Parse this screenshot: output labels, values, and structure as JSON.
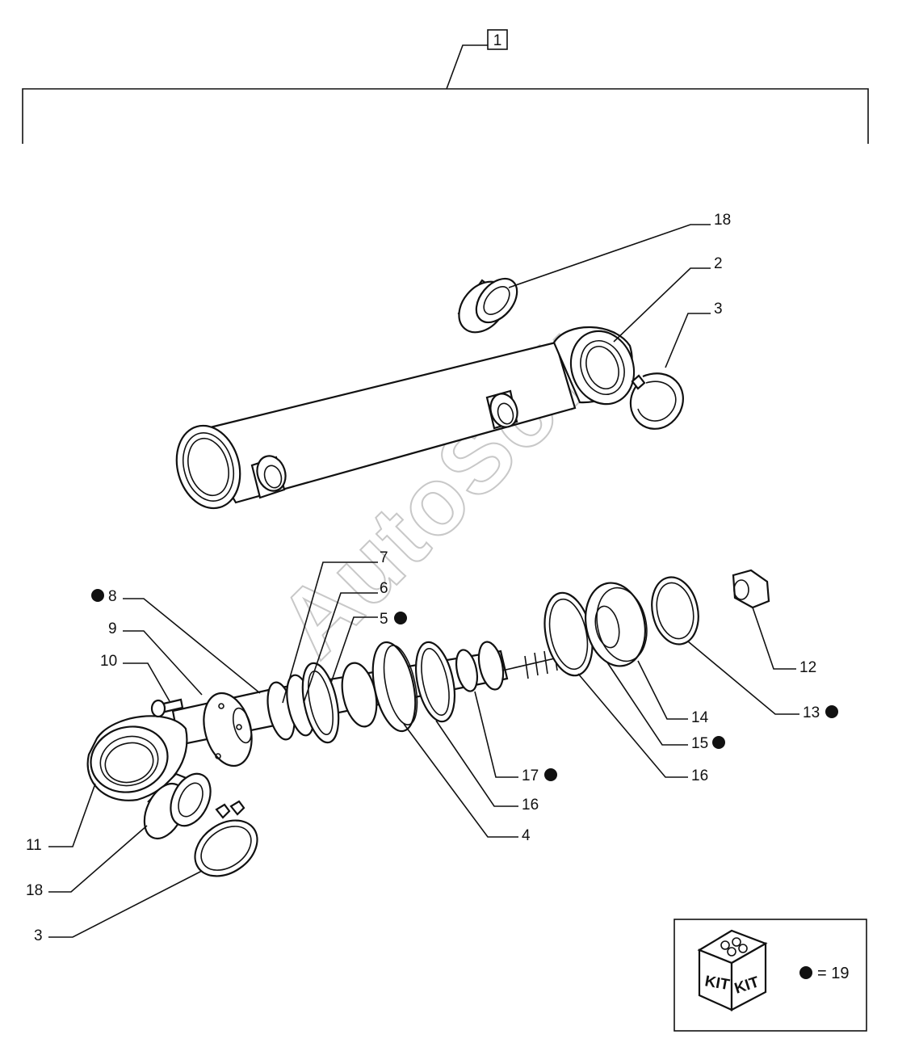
{
  "assembly_label": "1",
  "watermark": "AutoSoft",
  "callouts": [
    {
      "id": "c18a",
      "text": "18",
      "dot": false
    },
    {
      "id": "c2",
      "text": "2",
      "dot": false
    },
    {
      "id": "c3a",
      "text": "3",
      "dot": false
    },
    {
      "id": "c7",
      "text": "7",
      "dot": false
    },
    {
      "id": "c6",
      "text": "6",
      "dot": false
    },
    {
      "id": "c5",
      "text": "5",
      "dot": true
    },
    {
      "id": "c8",
      "text": "8",
      "dot": true
    },
    {
      "id": "c9",
      "text": "9",
      "dot": false
    },
    {
      "id": "c10",
      "text": "10",
      "dot": false
    },
    {
      "id": "c12",
      "text": "12",
      "dot": false
    },
    {
      "id": "c13",
      "text": "13",
      "dot": true
    },
    {
      "id": "c14",
      "text": "14",
      "dot": false
    },
    {
      "id": "c15",
      "text": "15",
      "dot": true
    },
    {
      "id": "c16a",
      "text": "16",
      "dot": false
    },
    {
      "id": "c17",
      "text": "17",
      "dot": true
    },
    {
      "id": "c16b",
      "text": "16",
      "dot": false
    },
    {
      "id": "c4",
      "text": "4",
      "dot": false
    },
    {
      "id": "c11",
      "text": "11",
      "dot": false
    },
    {
      "id": "c18b",
      "text": "18",
      "dot": false
    },
    {
      "id": "c3b",
      "text": "3",
      "dot": false
    }
  ],
  "kit": {
    "face_left": "KIT",
    "face_right": "KIT",
    "legend": "= 19"
  },
  "colors": {
    "ink": "#111111",
    "watermark": "#c8c8c8"
  }
}
